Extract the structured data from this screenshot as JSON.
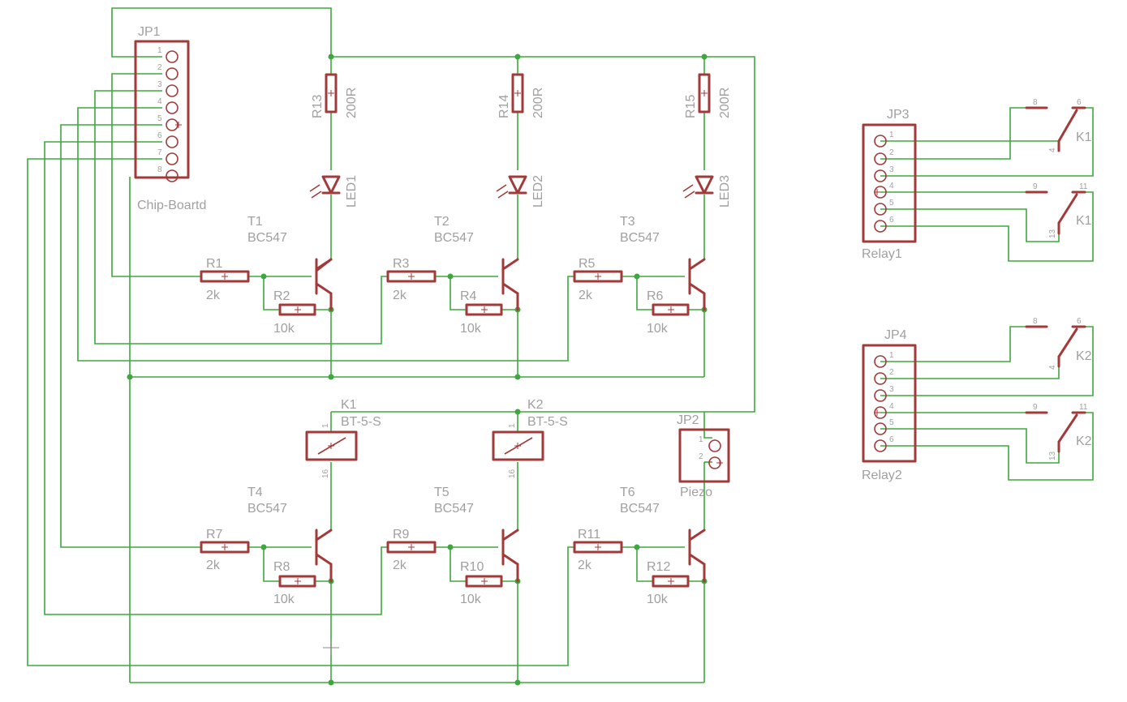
{
  "connectors": {
    "jp1": {
      "name": "JP1",
      "value": "Chip-Boartd",
      "pins": [
        "1",
        "2",
        "3",
        "4",
        "5",
        "6",
        "7",
        "8"
      ]
    },
    "jp2": {
      "name": "JP2",
      "value": "Piezo",
      "pins": [
        "1",
        "2"
      ]
    },
    "jp3": {
      "name": "JP3",
      "value": "Relay1",
      "pins": [
        "1",
        "2",
        "3",
        "4",
        "5",
        "6"
      ]
    },
    "jp4": {
      "name": "JP4",
      "value": "Relay2",
      "pins": [
        "1",
        "2",
        "3",
        "4",
        "5",
        "6"
      ]
    }
  },
  "resistors": [
    {
      "name": "R1",
      "value": "2k"
    },
    {
      "name": "R2",
      "value": "10k"
    },
    {
      "name": "R3",
      "value": "2k"
    },
    {
      "name": "R4",
      "value": "10k"
    },
    {
      "name": "R5",
      "value": "2k"
    },
    {
      "name": "R6",
      "value": "10k"
    },
    {
      "name": "R7",
      "value": "2k"
    },
    {
      "name": "R8",
      "value": "10k"
    },
    {
      "name": "R9",
      "value": "2k"
    },
    {
      "name": "R10",
      "value": "10k"
    },
    {
      "name": "R11",
      "value": "2k"
    },
    {
      "name": "R12",
      "value": "10k"
    },
    {
      "name": "R13",
      "value": "200R"
    },
    {
      "name": "R14",
      "value": "200R"
    },
    {
      "name": "R15",
      "value": "200R"
    }
  ],
  "transistors": [
    {
      "name": "T1",
      "value": "BC547"
    },
    {
      "name": "T2",
      "value": "BC547"
    },
    {
      "name": "T3",
      "value": "BC547"
    },
    {
      "name": "T4",
      "value": "BC547"
    },
    {
      "name": "T5",
      "value": "BC547"
    },
    {
      "name": "T6",
      "value": "BC547"
    }
  ],
  "leds": [
    {
      "name": "LED1"
    },
    {
      "name": "LED2"
    },
    {
      "name": "LED3"
    }
  ],
  "relays": [
    {
      "name": "K1",
      "value": "BT-5-S",
      "pin_top": "1",
      "pin_bottom": "16"
    },
    {
      "name": "K2",
      "value": "BT-5-S",
      "pin_top": "1",
      "pin_bottom": "16"
    }
  ],
  "contacts": [
    {
      "name": "K1",
      "pins": [
        "8",
        "6",
        "4"
      ]
    },
    {
      "name": "K1",
      "pins": [
        "9",
        "11",
        "13"
      ]
    },
    {
      "name": "K2",
      "pins": [
        "8",
        "6",
        "4"
      ]
    },
    {
      "name": "K2",
      "pins": [
        "9",
        "11",
        "13"
      ]
    }
  ],
  "colors": {
    "wire": "#3ea83e",
    "symbol": "#a23a3a",
    "label": "#a0a0a0"
  }
}
